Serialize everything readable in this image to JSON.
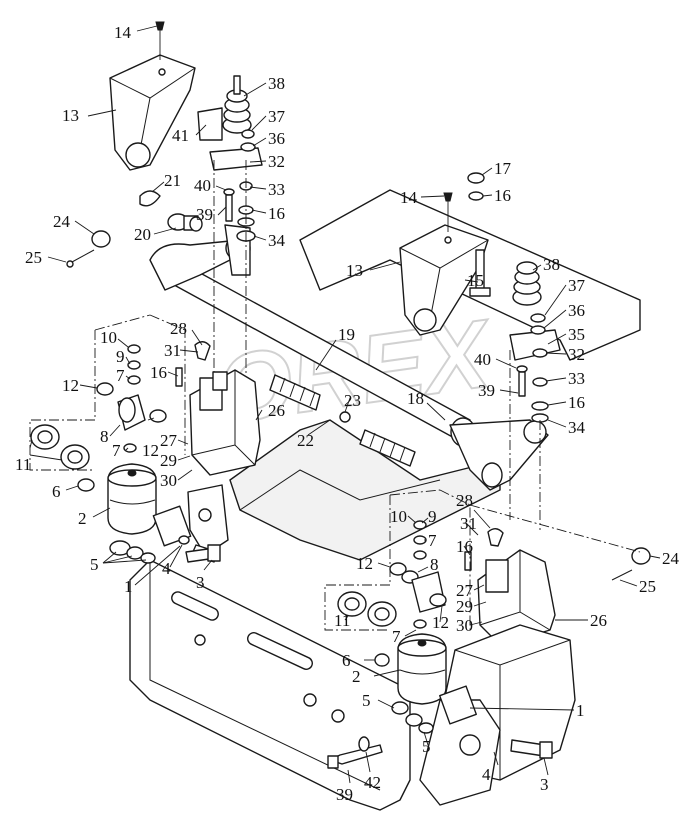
{
  "diagram": {
    "watermark": "OREX",
    "callouts": [
      {
        "id": "c14a",
        "text": "14"
      },
      {
        "id": "c13a",
        "text": "13"
      },
      {
        "id": "c38a",
        "text": "38"
      },
      {
        "id": "c37a",
        "text": "37"
      },
      {
        "id": "c41",
        "text": "41"
      },
      {
        "id": "c36a",
        "text": "36"
      },
      {
        "id": "c32a",
        "text": "32"
      },
      {
        "id": "c21",
        "text": "21"
      },
      {
        "id": "c40a",
        "text": "40"
      },
      {
        "id": "c33a",
        "text": "33"
      },
      {
        "id": "c39a",
        "text": "39"
      },
      {
        "id": "c16a",
        "text": "16"
      },
      {
        "id": "c20",
        "text": "20"
      },
      {
        "id": "c34a",
        "text": "34"
      },
      {
        "id": "c24a",
        "text": "24"
      },
      {
        "id": "c25a",
        "text": "25"
      },
      {
        "id": "c17",
        "text": "17"
      },
      {
        "id": "c16b",
        "text": "16"
      },
      {
        "id": "c14b",
        "text": "14"
      },
      {
        "id": "c13b",
        "text": "13"
      },
      {
        "id": "c15",
        "text": "15"
      },
      {
        "id": "c38b",
        "text": "38"
      },
      {
        "id": "c37b",
        "text": "37"
      },
      {
        "id": "c36b",
        "text": "36"
      },
      {
        "id": "c35",
        "text": "35"
      },
      {
        "id": "c32b",
        "text": "32"
      },
      {
        "id": "c40b",
        "text": "40"
      },
      {
        "id": "c33b",
        "text": "33"
      },
      {
        "id": "c39b",
        "text": "39"
      },
      {
        "id": "c16c",
        "text": "16"
      },
      {
        "id": "c34b",
        "text": "34"
      },
      {
        "id": "c19",
        "text": "19"
      },
      {
        "id": "c18",
        "text": "18"
      },
      {
        "id": "c28a",
        "text": "28"
      },
      {
        "id": "c31a",
        "text": "31"
      },
      {
        "id": "c16d",
        "text": "16"
      },
      {
        "id": "c10a",
        "text": "10"
      },
      {
        "id": "c9a",
        "text": "9"
      },
      {
        "id": "c7a",
        "text": "7"
      },
      {
        "id": "c12a",
        "text": "12"
      },
      {
        "id": "c8a",
        "text": "8"
      },
      {
        "id": "c7b",
        "text": "7"
      },
      {
        "id": "c12b",
        "text": "12"
      },
      {
        "id": "c26a",
        "text": "26"
      },
      {
        "id": "c23",
        "text": "23"
      },
      {
        "id": "c22",
        "text": "22"
      },
      {
        "id": "c27a",
        "text": "27"
      },
      {
        "id": "c29a",
        "text": "29"
      },
      {
        "id": "c30a",
        "text": "30"
      },
      {
        "id": "c11a",
        "text": "11"
      },
      {
        "id": "c6a",
        "text": "6"
      },
      {
        "id": "c2a",
        "text": "2"
      },
      {
        "id": "c5a",
        "text": "5"
      },
      {
        "id": "c4a",
        "text": "4"
      },
      {
        "id": "c1a",
        "text": "1"
      },
      {
        "id": "c3a",
        "text": "3"
      },
      {
        "id": "c28b",
        "text": "28"
      },
      {
        "id": "c10b",
        "text": "10"
      },
      {
        "id": "c9b",
        "text": "9"
      },
      {
        "id": "c31b",
        "text": "31"
      },
      {
        "id": "c7c",
        "text": "7"
      },
      {
        "id": "c16e",
        "text": "16"
      },
      {
        "id": "c12c",
        "text": "12"
      },
      {
        "id": "c8b",
        "text": "8"
      },
      {
        "id": "c24b",
        "text": "24"
      },
      {
        "id": "c25b",
        "text": "25"
      },
      {
        "id": "c27b",
        "text": "27"
      },
      {
        "id": "c29b",
        "text": "29"
      },
      {
        "id": "c11b",
        "text": "11"
      },
      {
        "id": "c12d",
        "text": "12"
      },
      {
        "id": "c30b",
        "text": "30"
      },
      {
        "id": "c26b",
        "text": "26"
      },
      {
        "id": "c7d",
        "text": "7"
      },
      {
        "id": "c6b",
        "text": "6"
      },
      {
        "id": "c2b",
        "text": "2"
      },
      {
        "id": "c5b",
        "text": "5"
      },
      {
        "id": "c1b",
        "text": "1"
      },
      {
        "id": "c5c",
        "text": "5"
      },
      {
        "id": "c4b",
        "text": "4"
      },
      {
        "id": "c3b",
        "text": "3"
      },
      {
        "id": "c39c",
        "text": "39"
      },
      {
        "id": "c42",
        "text": "42"
      }
    ]
  }
}
